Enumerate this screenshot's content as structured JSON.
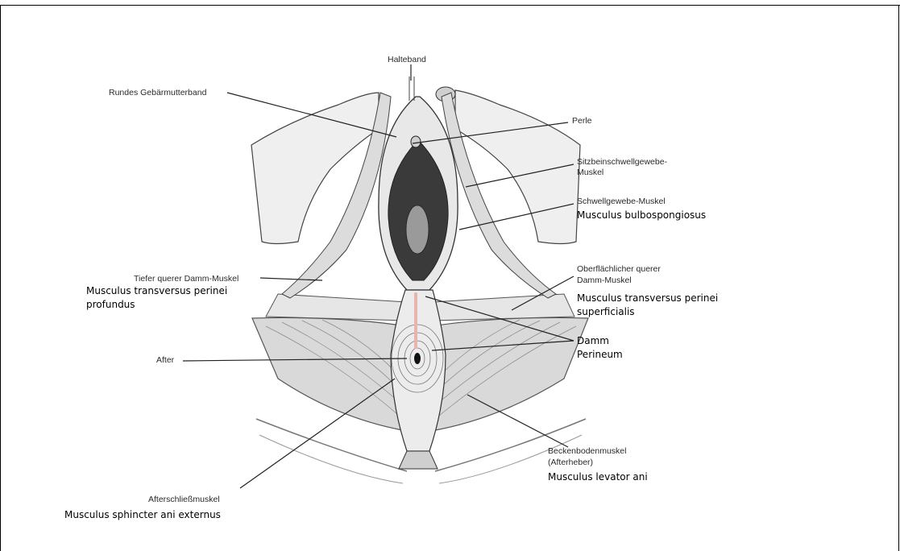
{
  "labels": {
    "halteband": "Halteband",
    "rundes": "Rundes Gebärmutterband",
    "perle": "Perle",
    "sitzbein_1": "Sitzbeinschwellgewebe-",
    "sitzbein_2": "Muskel",
    "schwell": "Schwellgewebe-Muskel",
    "schwell_latin": "Musculus bulbospongiosus",
    "tiefer": "Tiefer querer Damm-Muskel",
    "tiefer_latin_1": "Musculus transversus perinei",
    "tiefer_latin_2": "profundus",
    "ober_1": "Oberflächlicher querer",
    "ober_2": "Damm-Muskel",
    "ober_latin_1": "Musculus transversus perinei",
    "ober_latin_2": "superficialis",
    "damm": "Damm",
    "perineum": "Perineum",
    "after": "After",
    "becken_1": "Beckenbodenmuskel",
    "becken_2": "(Afterheber)",
    "becken_latin": "Musculus levator ani",
    "afterschl": "Afterschließmuskel",
    "afterschl_latin": "Musculus sphincter ani externus"
  },
  "colors": {
    "perineum_marker": "#e8b4ae",
    "line": "#222222"
  }
}
